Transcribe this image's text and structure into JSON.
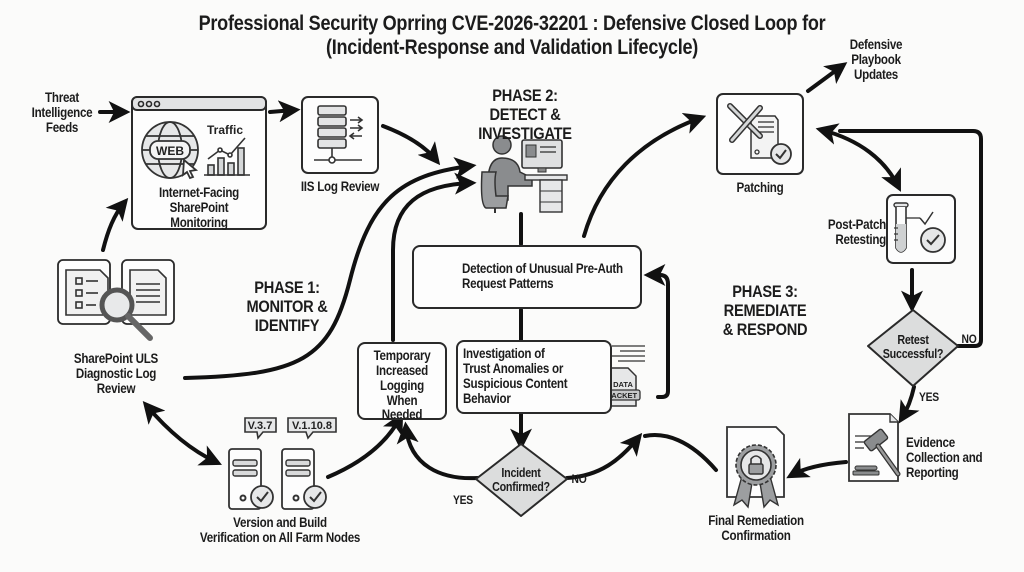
{
  "title": {
    "line1": "Professional Security Oprring CVE-2026-32201 : Defensive Closed Loop for",
    "line2": "(Incident-Response and Validation Lifecycle)"
  },
  "phases": [
    {
      "id": "phase1",
      "label": [
        "PHASE 1:",
        "MONITOR &",
        "IDENTIFY"
      ]
    },
    {
      "id": "phase2",
      "label": [
        "PHASE 2:",
        "DETECT &",
        "INVESTIGATE"
      ]
    },
    {
      "id": "phase3",
      "label": [
        "PHASE 3:",
        "REMEDIATE",
        "& RESPOND"
      ]
    }
  ],
  "nodes": {
    "threat_feeds": {
      "label": [
        "Threat",
        "Intelligence",
        "Feeds"
      ],
      "icon": "none"
    },
    "monitoring": {
      "label": [
        "Internet-Facing",
        "SharePoint Monitoring"
      ],
      "icon": "browser-web-traffic-icon",
      "icon_text_web": "WEB",
      "icon_text_traffic": "Traffic"
    },
    "iis_log": {
      "label": [
        "IIS Log Review"
      ],
      "icon": "server-rack-icon"
    },
    "uls_log": {
      "label": [
        "SharePoint ULS",
        "Diagnostic Log",
        "Review"
      ],
      "icon": "documents-magnifier-icon"
    },
    "version_check": {
      "label": [
        "Version and Build",
        "Verification on All Farm Nodes"
      ],
      "icon": "servers-check-icon",
      "versions": [
        "V.3.7",
        "V.1.10.8"
      ]
    },
    "analyst": {
      "icon": "analyst-workstation-icon"
    },
    "detection": {
      "label": [
        "Detection of Unusual Pre-Auth",
        "Request Patterns"
      ],
      "icon": "warning-icon"
    },
    "investigation": {
      "label": [
        "Investigation of",
        "Trust Anomalies or",
        "Suspicious Content",
        "Behavior"
      ],
      "icon": "data-packet-icon",
      "packet_text": [
        "DATA",
        "PACKET"
      ]
    },
    "temp_logging": {
      "label": [
        "Temporary",
        "Increased",
        "Logging When",
        "Needed"
      ]
    },
    "incident_decision": {
      "label": [
        "Incident",
        "Confirmed?"
      ],
      "yes": "YES",
      "no": "NO"
    },
    "patching": {
      "label": [
        "Patching"
      ],
      "icon": "tools-document-icon"
    },
    "playbook": {
      "label": [
        "Defensive",
        "Playbook",
        "Updates"
      ]
    },
    "retesting": {
      "label": [
        "Post-Patch",
        "Retesting"
      ],
      "icon": "test-tube-check-icon"
    },
    "retest_decision": {
      "label": [
        "Retest",
        "Successful?"
      ],
      "yes": "YES",
      "no": "NO"
    },
    "evidence": {
      "label": [
        "Evidence",
        "Collection and",
        "Reporting"
      ],
      "icon": "gavel-document-icon"
    },
    "final": {
      "label": [
        "Final Remediation",
        "Confirmation"
      ],
      "icon": "certificate-lock-icon"
    }
  },
  "colors": {
    "background": "#fbfbfa",
    "stroke": "#1a1a1a",
    "icon_fill": "#d5d7d8",
    "icon_dark": "#7a7c7e"
  }
}
